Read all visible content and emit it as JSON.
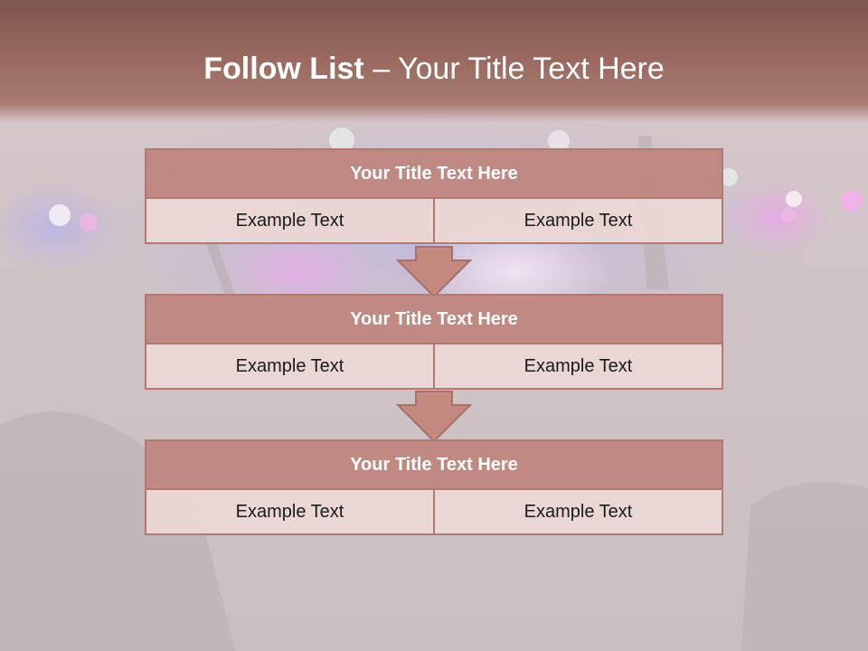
{
  "slide": {
    "title_strong": "Follow List",
    "title_rest": " – Your Title Text Here"
  },
  "blocks": [
    {
      "title": "Your Title Text Here",
      "left": "Example Text",
      "right": "Example Text"
    },
    {
      "title": "Your Title Text Here",
      "left": "Example Text",
      "right": "Example Text"
    },
    {
      "title": "Your Title Text Here",
      "left": "Example Text",
      "right": "Example Text"
    }
  ],
  "colors": {
    "header": "#98685f",
    "block_title": "#be857c",
    "block_cell": "#ecd7d5",
    "arrow": "#c48a80"
  }
}
